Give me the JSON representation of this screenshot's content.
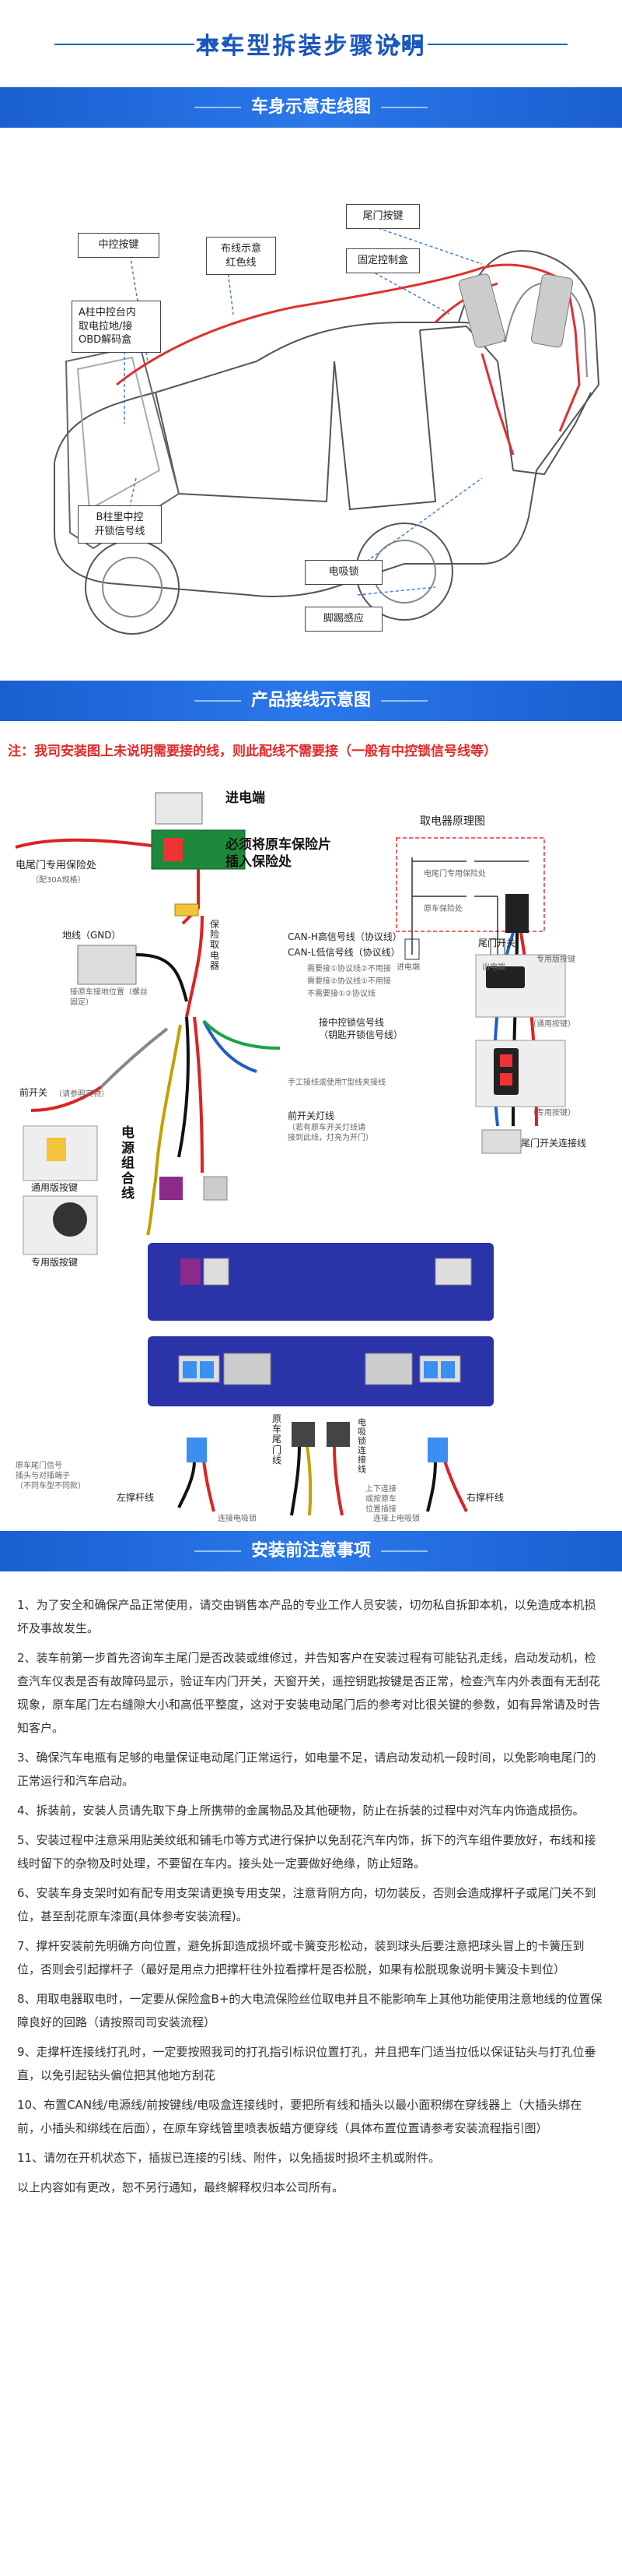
{
  "main_title": "本车型拆装步骤说明",
  "section1": {
    "title": "车身示意走线图",
    "callouts": {
      "center_button": "中控按键",
      "wire_color": "布线示意\n红色线",
      "tailgate_button": "尾门按键",
      "fixed_controller": "固定控制盒",
      "a_pillar": "A柱中控台内\n取电拉地/接\nOBD解码盒",
      "b_pillar": "B柱里中控\n开锁信号线",
      "e_lock": "电吸锁",
      "kick_sensor": "脚踢感应"
    }
  },
  "section2": {
    "title": "产品接线示意图",
    "note": "注：我司安装图上未说明需要接的线，则此配线不需要接（一般有中控锁信号线等）",
    "labels": {
      "power_in": "进电端",
      "fuse_note": "必须将原车保险片\n插入保险处",
      "tailgate_fuse": "电尾门专用保险处",
      "fuse_rating": "（配30A规格）",
      "principle_title": "取电器原理图",
      "principle_fuse": "电尾门专用保险处",
      "principle_orig": "原车保险处",
      "principle_in": "进电端",
      "principle_out": "出电端",
      "fuse_taker": "保险取电器",
      "ground": "地线（GND）",
      "ground_note": "接原车接地位置（螺丝固定）",
      "can_h": "CAN-H高信号线（协议线）",
      "can_l": "CAN-L低信号线（协议线）",
      "can_note1": "需要接①协议线②不用接",
      "can_note2": "需要接②协议线①不用接",
      "can_note3": "不需要接①②协议线",
      "door_lock": "接中控锁信号线\n（钥匙开锁信号线）",
      "tap_note": "手工接线或使用T型线夹接线",
      "front_switch": "前开关",
      "front_switch_note": "（请参照实物）",
      "gen_button": "通用版按键",
      "oem_button": "专用版按键",
      "front_light": "前开关灯线",
      "front_light_note": "（若有原车开关灯线请\n接到此线，灯亮为开门）",
      "power_harness": "电源组合线",
      "tail_switch": "尾门开关",
      "tail_switch_note": "专用版按键",
      "tail_connect": "尾门开关连接线",
      "gen_btn2": "（通用按键）",
      "oem_btn2": "（专用按键）",
      "orig_harness": "原车尾门线",
      "elock_harness": "电吸锁连接线",
      "left_strut": "左撑杆线",
      "right_strut": "右撑杆线",
      "orig_plug": "原车尾门信号\n插头与对插端子\n（不同车型不同款）",
      "updown": "上下连接\n或按原车\n位置插接",
      "connect_elock": "连接电吸锁",
      "connect_elock2": "连接上电吸锁"
    }
  },
  "section3": {
    "title": "安装前注意事项",
    "items": [
      "1、为了安全和确保产品正常使用，请交由销售本产品的专业工作人员安装，切勿私自拆卸本机，以免造成本机损坏及事故发生。",
      "2、装车前第一步首先咨询车主尾门是否改装或维修过，并告知客户在安装过程有可能钻孔走线，启动发动机，检查汽车仪表是否有故障码显示，验证车内门开关，天窗开关，遥控钥匙按键是否正常，检查汽车内外表面有无刮花现象，原车尾门左右缝隙大小和高低平整度，这对于安装电动尾门后的参考对比很关键的参数，如有异常请及时告知客户。",
      "3、确保汽车电瓶有足够的电量保证电动尾门正常运行，如电量不足，请启动发动机一段时间，以免影响电尾门的正常运行和汽车启动。",
      "4、拆装前，安装人员请先取下身上所携带的金属物品及其他硬物，防止在拆装的过程中对汽车内饰造成损伤。",
      "5、安装过程中注意采用贴美纹纸和铺毛巾等方式进行保护以免刮花汽车内饰，拆下的汽车组件要放好，布线和接线时留下的杂物及时处理，不要留在车内。接头处一定要做好绝缘，防止短路。",
      "6、安装车身支架时如有配专用支架请更换专用支架，注意背阴方向，切勿装反，否则会造成撑杆子或尾门关不到位，甚至刮花原车漆面(具体参考安装流程)。",
      "7、撑杆安装前先明确方向位置，避免拆卸造成损坏或卡簧变形松动，装到球头后要注意把球头冒上的卡簧压到位，否则会引起撑杆子（最好是用点力把撑杆往外拉看撑杆是否松脱，如果有松脱现象说明卡簧没卡到位）",
      "8、用取电器取电时，一定要从保险盒B+的大电流保险丝位取电并且不能影响车上其他功能使用注意地线的位置保障良好的回路（请按照司司安装流程）",
      "9、走撑杆连接线打孔时，一定要按照我司的打孔指引标识位置打孔，并且把车门适当拉低以保证钻头与打孔位垂直，以免引起钻头偏位把其他地方刮花",
      "10、布置CAN线/电源线/前按键线/电吸盒连接线时，要把所有线和插头以最小面积绑在穿线器上（大插头绑在前，小插头和绑线在后面），在原车穿线管里喷表板蜡方便穿线（具体布置位置请参考安装流程指引图）",
      "11、请勿在开机状态下，插拔已连接的引线、附件，以免插拔时损坏主机或附件。",
      "以上内容如有更改，恕不另行通知，最终解释权归本公司所有。"
    ]
  }
}
